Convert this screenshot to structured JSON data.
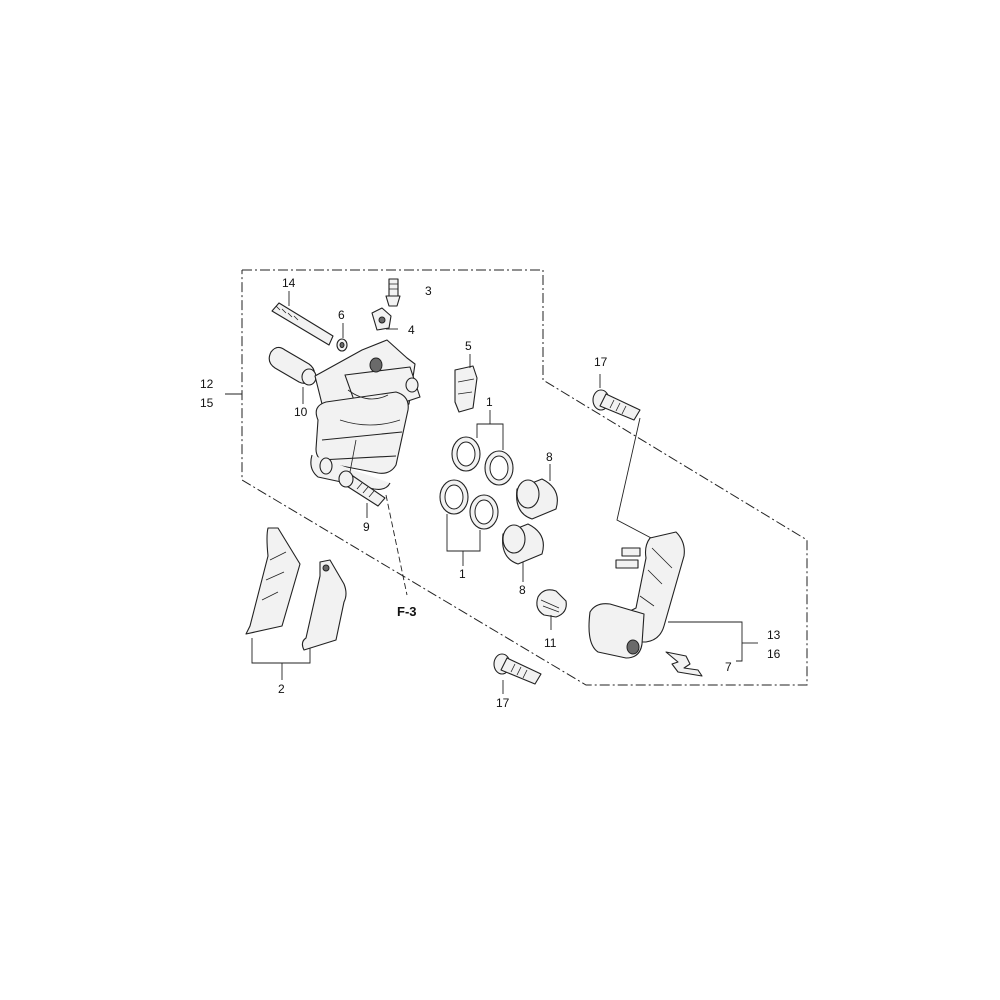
{
  "callouts": {
    "c1a": "1",
    "c1b": "1",
    "c2": "2",
    "c3": "3",
    "c4": "4",
    "c5": "5",
    "c6": "6",
    "c7": "7",
    "c8a": "8",
    "c8b": "8",
    "c9": "9",
    "c10": "10",
    "c11": "11",
    "c12": "12",
    "c13": "13",
    "c14": "14",
    "c15": "15",
    "c16": "16",
    "c17a": "17",
    "c17b": "17"
  },
  "reference": "F-3"
}
